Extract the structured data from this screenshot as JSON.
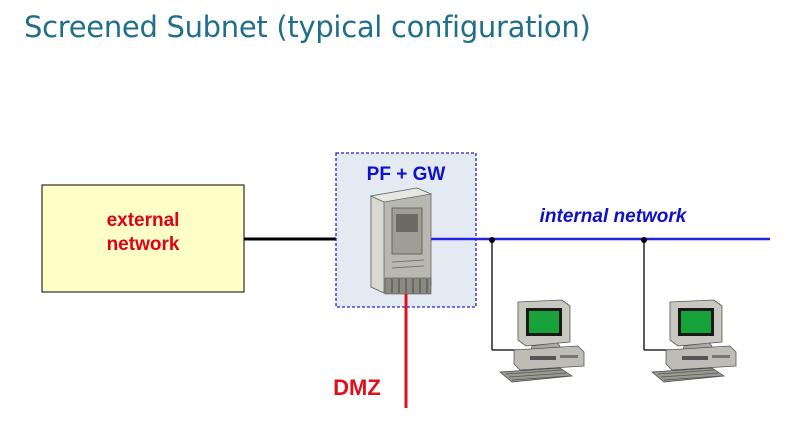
{
  "title": "Screened Subnet (typical configuration)",
  "external_network": {
    "line1": "external",
    "line2": "network"
  },
  "firewall_label": "PF + GW",
  "internal_network_label": "internal network",
  "dmz_label": "DMZ",
  "colors": {
    "title": "#1f6f8b",
    "external_box_fill": "#ffffc8",
    "external_text": "#e0001a",
    "blue_label": "#1010c8",
    "internal_line": "#2424e0",
    "dmz_line": "#e0101a",
    "firewall_region": "#e3eaf2"
  },
  "icons": [
    "firewall-server-icon",
    "workstation-icon",
    "workstation-icon"
  ]
}
